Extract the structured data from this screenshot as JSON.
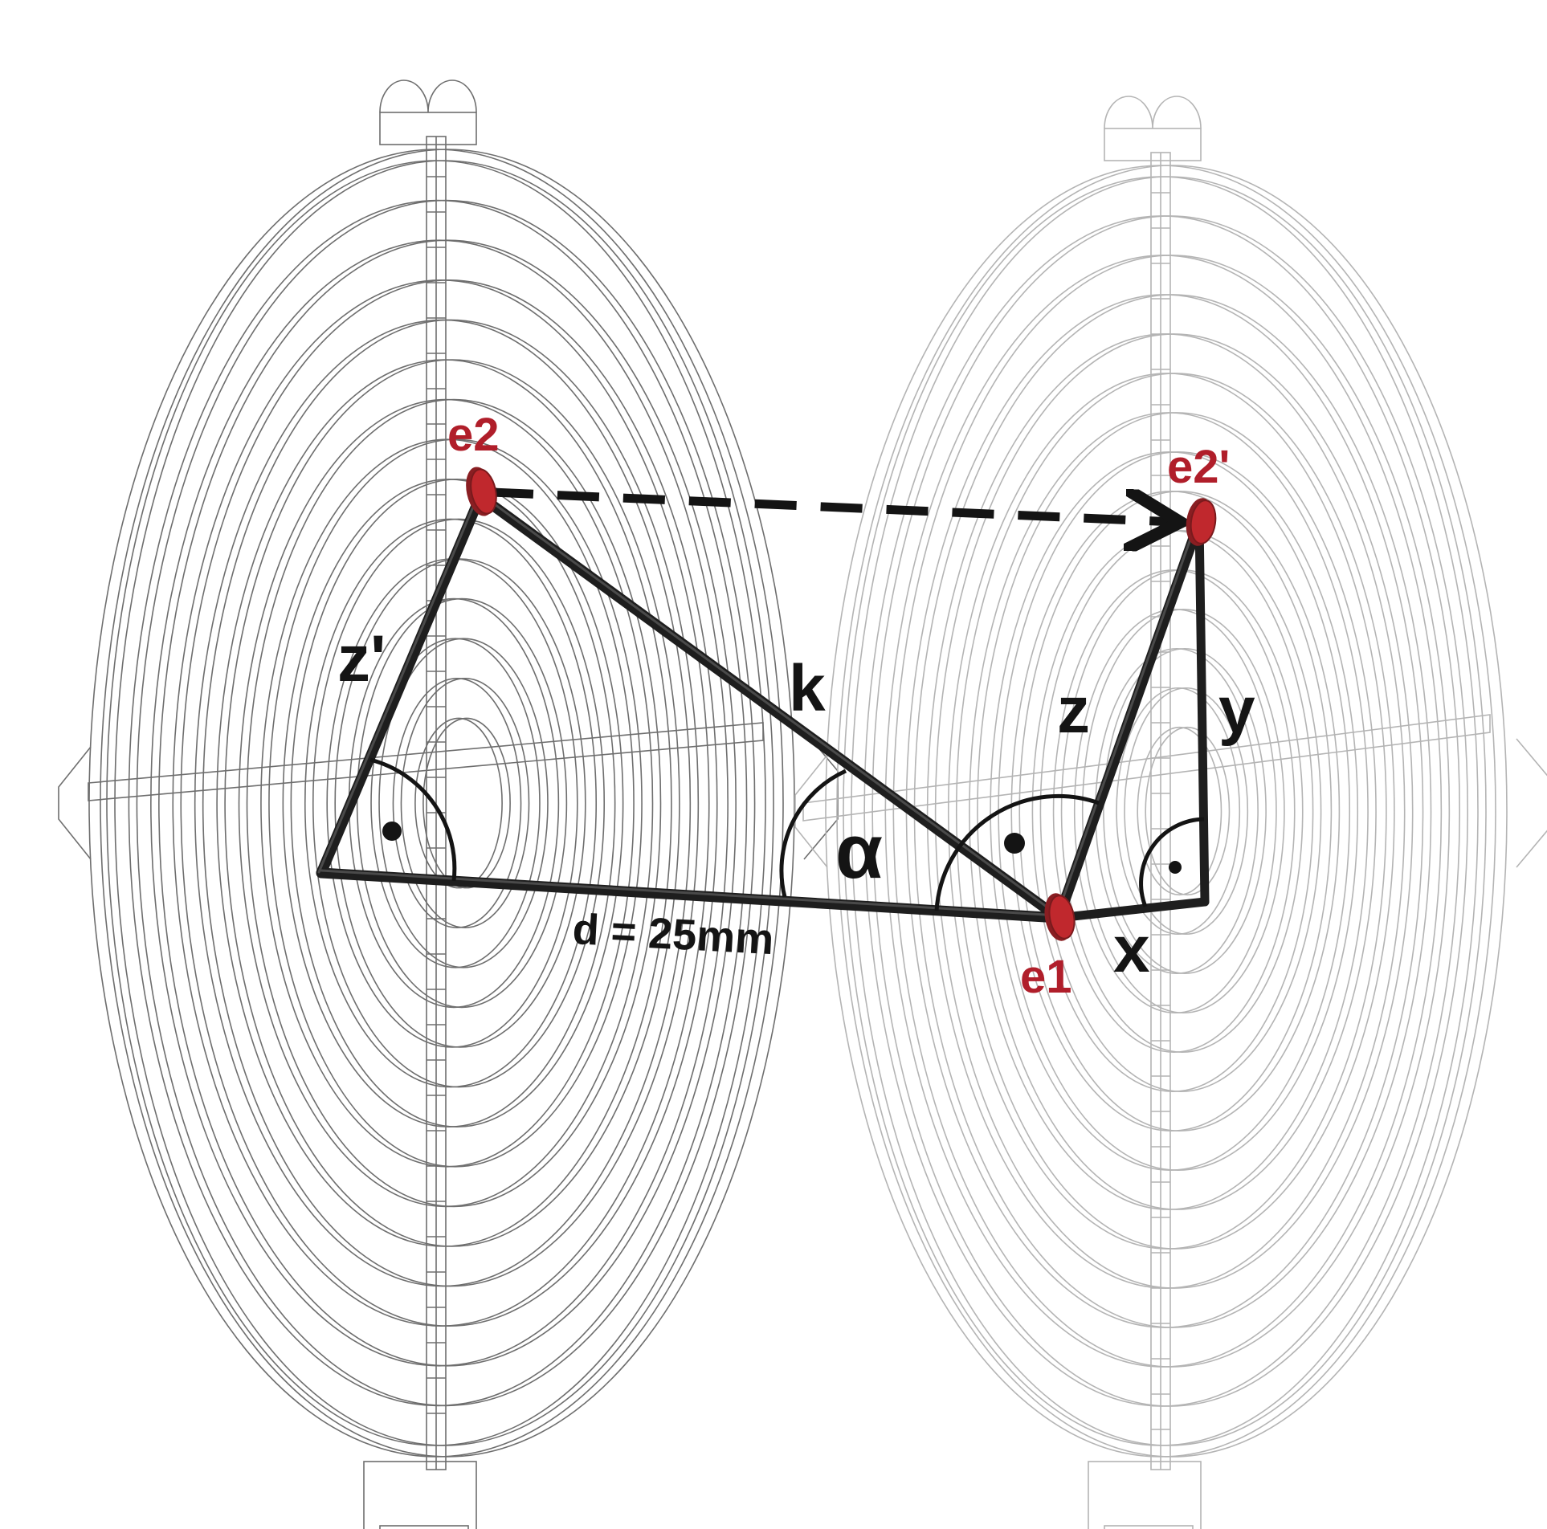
{
  "diagram": {
    "labels": {
      "e2": "e2",
      "e2_prime": "e2'",
      "e1": "e1",
      "z_prime": "z'",
      "k": "k",
      "z": "z",
      "y": "y",
      "x": "x",
      "alpha": "α",
      "distance": "d = 25mm"
    },
    "colors": {
      "background": "#ffffff",
      "electrode": "#c0282d",
      "electrode_edge": "#7a1a1d",
      "vector": "#141414",
      "text_red": "#b01e2a",
      "text_dark": "#141414",
      "coil_left": "#6e6e6e",
      "coil_right": "#b4b4b4"
    },
    "icons": {
      "electrode": "electrode-disc-icon",
      "right_angle": "right-angle-dot-icon",
      "arrow": "dashed-arrow-icon"
    }
  }
}
